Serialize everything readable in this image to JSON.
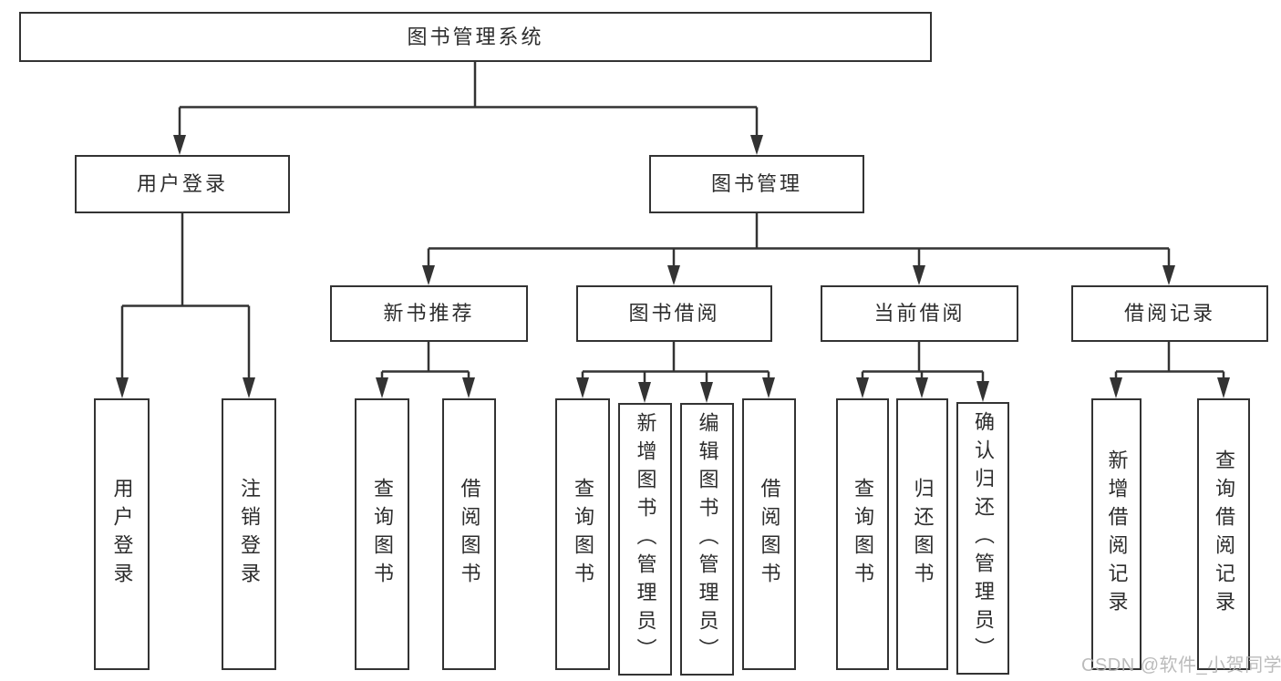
{
  "diagram": {
    "title": "图书管理系统",
    "colors": {
      "line": "#333333",
      "box_border": "#333333",
      "box_background": "#ffffff",
      "text": "#2d2d2d",
      "watermark": "#b4b4b4"
    },
    "tree": {
      "root": {
        "label": "图书管理系统",
        "children": [
          {
            "label": "用户登录",
            "children": [
              {
                "label": "用户登录"
              },
              {
                "label": "注销登录"
              }
            ]
          },
          {
            "label": "图书管理",
            "children": [
              {
                "label": "新书推荐",
                "children": [
                  {
                    "label": "查询图书"
                  },
                  {
                    "label": "借阅图书"
                  }
                ]
              },
              {
                "label": "图书借阅",
                "children": [
                  {
                    "label": "查询图书"
                  },
                  {
                    "label": "新增图书（管理员）"
                  },
                  {
                    "label": "编辑图书（管理员）"
                  },
                  {
                    "label": "借阅图书"
                  }
                ]
              },
              {
                "label": "当前借阅",
                "children": [
                  {
                    "label": "查询图书"
                  },
                  {
                    "label": "归还图书"
                  },
                  {
                    "label": "确认归还（管理员）"
                  }
                ]
              },
              {
                "label": "借阅记录",
                "children": [
                  {
                    "label": "新增借阅记录"
                  },
                  {
                    "label": "查询借阅记录"
                  }
                ]
              }
            ]
          }
        ]
      }
    }
  },
  "watermark": {
    "text": "CSDN @软件_小贺同学"
  }
}
